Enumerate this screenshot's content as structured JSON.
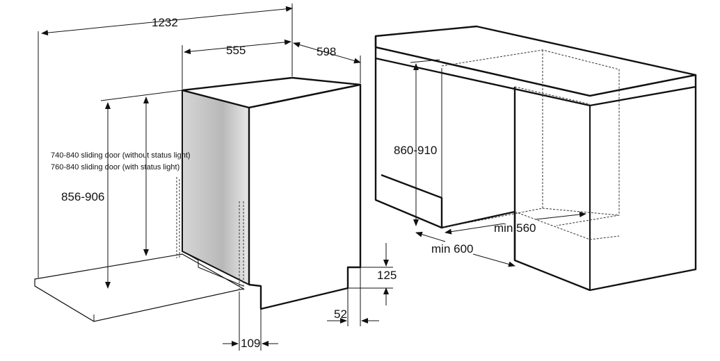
{
  "dimensions": {
    "overall_depth_door_open": "1232",
    "depth": "555",
    "width": "598",
    "height": "856-906",
    "plinth_height": "125",
    "plinth_recess": "52",
    "door_offset": "109",
    "niche_height": "860-910",
    "niche_min_width": "min 560",
    "niche_min_depth": "min 600"
  },
  "notes": [
    "740-840 sliding door (without status light)",
    "760-840 sliding door (with status light)"
  ]
}
